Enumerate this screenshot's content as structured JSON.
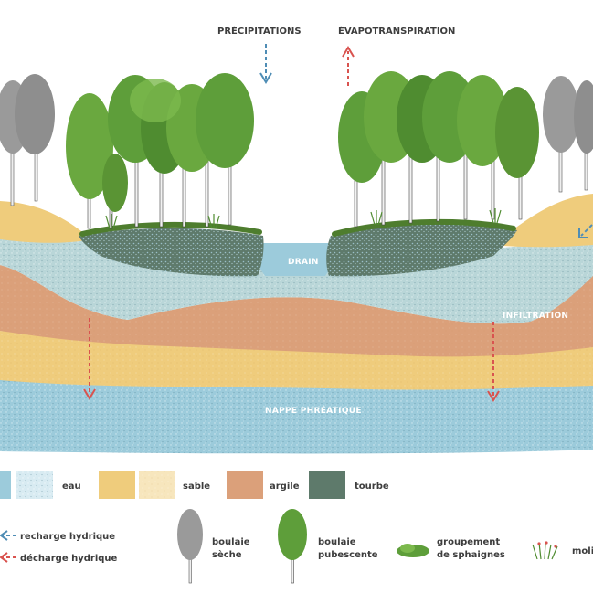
{
  "top_labels": {
    "precipitation": "PRÉCIPITATIONS",
    "evapotranspiration": "ÉVAPOTRANSPIRATION"
  },
  "section_labels": {
    "drain": "DRAIN",
    "infiltration": "INFILTRATION",
    "water_table": "NAPPE PHRÉATIQUE"
  },
  "legend": {
    "materials": {
      "water": "eau",
      "sand": "sable",
      "clay": "argile",
      "peat": "tourbe"
    },
    "flows": {
      "recharge": "recharge hydrique",
      "discharge": "décharge hydrique"
    },
    "vegetation": {
      "dry_birch_line1": "boulaie",
      "dry_birch_line2": "sèche",
      "downy_birch_line1": "boulaie",
      "downy_birch_line2": "pubescente",
      "sphagnum_line1": "groupement",
      "sphagnum_line2": "de sphaignes",
      "molinia": "molin"
    }
  },
  "colors": {
    "water": "#9ccbdb",
    "water_deep": "#7fb7cf",
    "sand": "#efcc7c",
    "clay": "#dba07a",
    "peat": "#5e7a6b",
    "recharge_arrow": "#4f8db5",
    "discharge_arrow": "#d9534f",
    "dry_tree": "#9a9a9a",
    "green_tree": "#5e9e3a"
  }
}
